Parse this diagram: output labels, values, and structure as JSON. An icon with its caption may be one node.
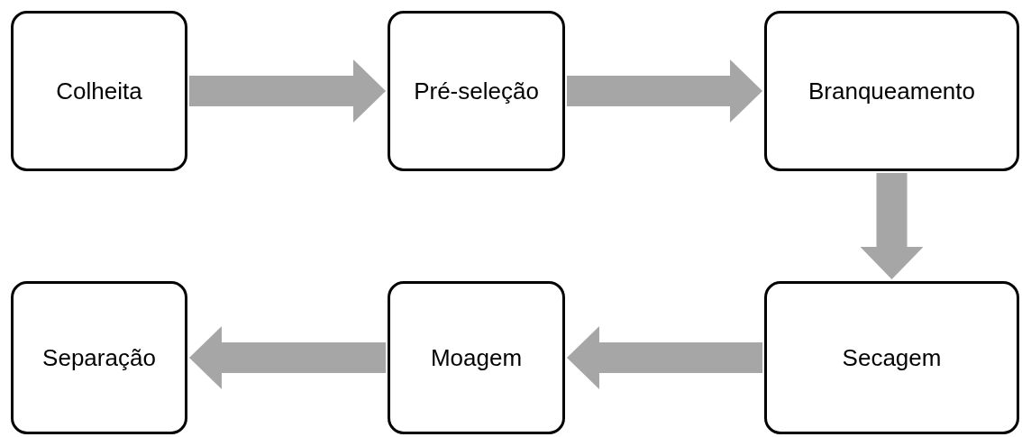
{
  "diagram": {
    "nodes": [
      {
        "text": [
          "Colheita"
        ]
      },
      {
        "text": [
          "Pré-seleção"
        ]
      },
      {
        "text": [
          "Branqueamento"
        ]
      },
      {
        "text": [
          "Secagem"
        ]
      },
      {
        "text": [
          "Moagem"
        ]
      },
      {
        "text": [
          "Separação"
        ]
      }
    ],
    "edges": [
      {
        "from": 0,
        "to": 1,
        "arrow": "to"
      },
      {
        "from": 1,
        "to": 2,
        "arrow": "to"
      },
      {
        "from": 2,
        "to": 3,
        "arrow": "to"
      },
      {
        "from": 3,
        "to": 4,
        "arrow": "to"
      },
      {
        "from": 4,
        "to": 5,
        "arrow": "to"
      }
    ]
  }
}
